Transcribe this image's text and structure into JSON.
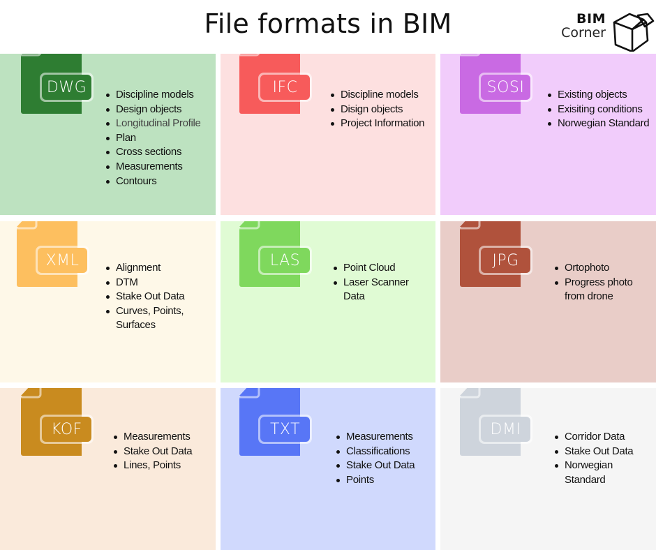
{
  "title": "File formats in BIM",
  "logo": {
    "line1": "BIM",
    "line2": "Corner",
    "icon": "box-icon"
  },
  "cells": [
    {
      "format": "DWG",
      "bg": "#bde2c0",
      "icon_color": "#2e7d32",
      "items": [
        "Discipline models",
        "Design objects",
        "Longitudinal Profile",
        "Plan",
        "Cross sections",
        "Measurements",
        "Contours"
      ]
    },
    {
      "format": "IFC",
      "bg": "#fde0e0",
      "icon_color": "#f75b5b",
      "items": [
        "Discipline models",
        "Disign objects",
        "Project Information"
      ]
    },
    {
      "format": "SOSI",
      "bg": "#f1ccfb",
      "icon_color": "#c96ae3",
      "items": [
        "Existing objects",
        "Exisiting conditions",
        "Norwegian Standard"
      ]
    },
    {
      "format": "XML",
      "bg": "#fef8e8",
      "icon_color": "#fdbf5f",
      "items": [
        "Alignment",
        "DTM",
        "Stake Out Data",
        "Curves, Points, Surfaces"
      ]
    },
    {
      "format": "LAS",
      "bg": "#e0fbd4",
      "icon_color": "#7fd85d",
      "items": [
        "Point Cloud",
        "Laser Scanner Data"
      ]
    },
    {
      "format": "JPG",
      "bg": "#e9cdc8",
      "icon_color": "#b0523c",
      "items": [
        "Ortophoto",
        "Progress photo from drone"
      ]
    },
    {
      "format": "KOF",
      "bg": "#faeadb",
      "icon_color": "#c98b1f",
      "items": [
        "Measurements",
        "Stake Out Data",
        "Lines, Points"
      ]
    },
    {
      "format": "TXT",
      "bg": "#d0d9fd",
      "icon_color": "#5876f6",
      "items": [
        "Measurements",
        "Classifications",
        "Stake Out Data",
        "Points"
      ]
    },
    {
      "format": "DMI",
      "bg": "#f5f5f5",
      "icon_color": "#ced4dc",
      "items": [
        "Corridor Data",
        "Stake Out Data",
        "Norwegian Standard"
      ]
    }
  ]
}
